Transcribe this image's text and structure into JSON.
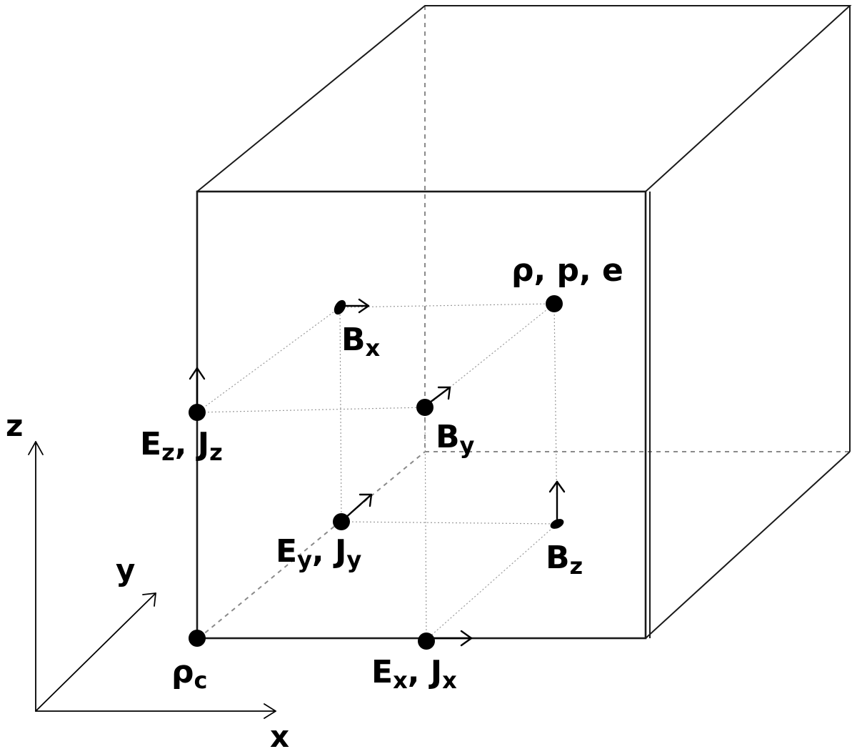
{
  "axes": {
    "x": "x",
    "y": "y",
    "z": "z"
  },
  "labels": {
    "rho_p_e": "ρ, p, e",
    "bx": {
      "main": "B",
      "sub": "x"
    },
    "by": {
      "main": "B",
      "sub": "y"
    },
    "bz": {
      "main": "B",
      "sub": "z"
    },
    "ez_jz": {
      "e": "E",
      "e_sub": "z",
      "sep": ", ",
      "j": "J",
      "j_sub": "z"
    },
    "ey_jy": {
      "e": "E",
      "e_sub": "y",
      "sep": ", ",
      "j": "J",
      "j_sub": "y"
    },
    "ex_jx": {
      "e": "E",
      "e_sub": "x",
      "sep": ", ",
      "j": "J",
      "j_sub": "x"
    },
    "rho_c": {
      "main": "ρ",
      "sub": "c"
    }
  }
}
